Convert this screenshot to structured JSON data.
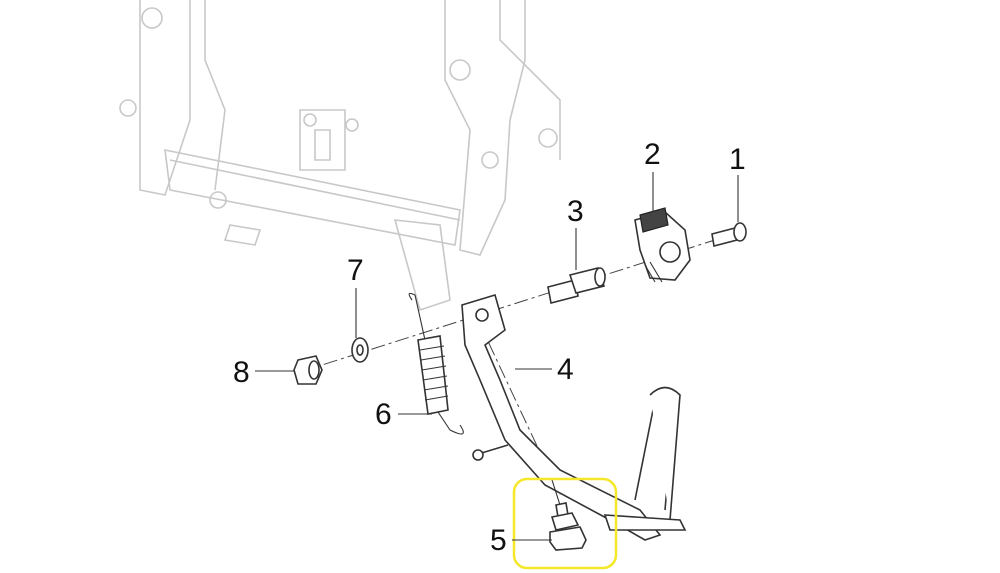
{
  "callouts": [
    {
      "id": "1",
      "label": "1"
    },
    {
      "id": "2",
      "label": "2"
    },
    {
      "id": "3",
      "label": "3"
    },
    {
      "id": "4",
      "label": "4"
    },
    {
      "id": "5",
      "label": "5"
    },
    {
      "id": "6",
      "label": "6"
    },
    {
      "id": "7",
      "label": "7"
    },
    {
      "id": "8",
      "label": "8"
    }
  ],
  "highlight": {
    "part": "5",
    "color": "#f5e82a"
  }
}
